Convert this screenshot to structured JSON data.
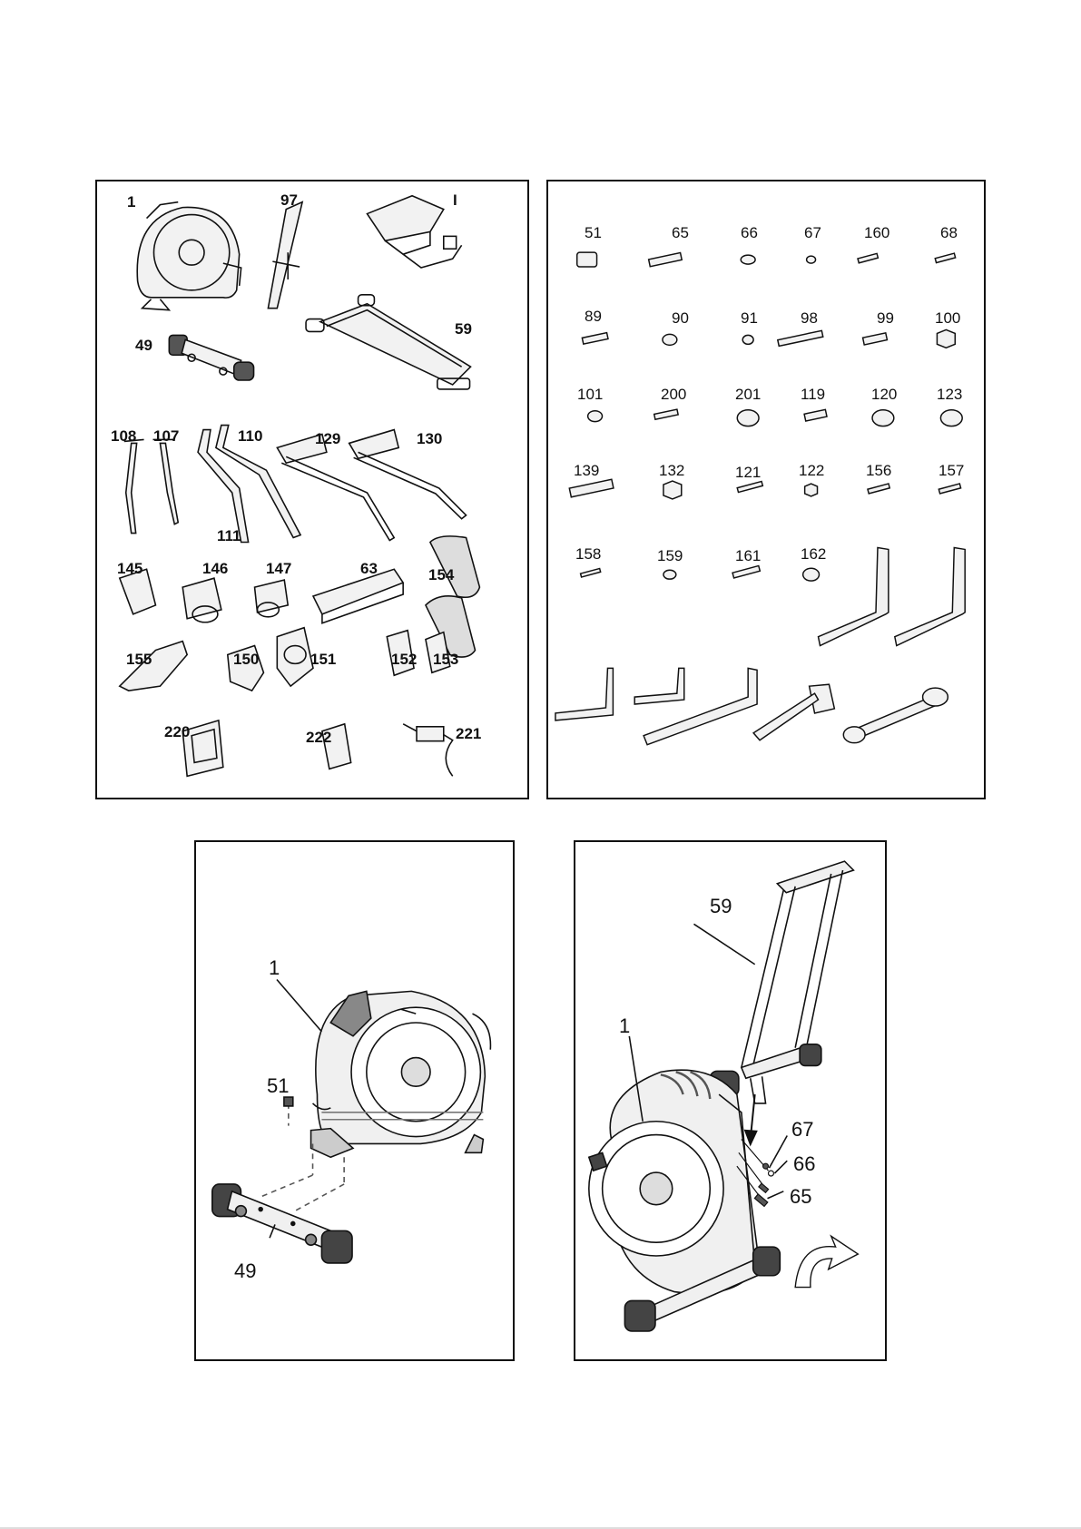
{
  "parts_panel": {
    "labels": [
      "1",
      "97",
      "I",
      "59",
      "49",
      "108",
      "107",
      "110",
      "111",
      "129",
      "130",
      "145",
      "146",
      "147",
      "63",
      "154",
      "155",
      "150",
      "151",
      "152",
      "153",
      "220",
      "222",
      "221"
    ]
  },
  "hardware_panel": {
    "labels": [
      "51",
      "65",
      "66",
      "67",
      "160",
      "68",
      "89",
      "90",
      "91",
      "98",
      "99",
      "100",
      "101",
      "200",
      "201",
      "119",
      "120",
      "123",
      "139",
      "132",
      "121",
      "122",
      "156",
      "157",
      "158",
      "159",
      "161",
      "162"
    ]
  },
  "step1": {
    "callouts": [
      "1",
      "51",
      "49"
    ]
  },
  "step2": {
    "callouts": [
      "59",
      "1",
      "67",
      "66",
      "65"
    ]
  },
  "colors": {
    "line": "#111111",
    "fill": "#f2f2f2",
    "dark": "#555555"
  }
}
